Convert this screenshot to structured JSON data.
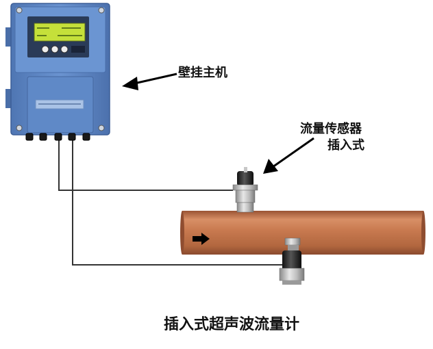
{
  "labels": {
    "host": "壁挂主机",
    "sensor_line1": "流量传感器",
    "sensor_line2": "插入式",
    "title": "插入式超声波流量计"
  },
  "colors": {
    "housing": "#5e88c8",
    "lcd": "#c5e03a",
    "pipe": "#c3784f",
    "wire": "#333333"
  },
  "icons": [
    "wall-mount-host",
    "insertion-sensor",
    "flow-direction-arrow"
  ]
}
